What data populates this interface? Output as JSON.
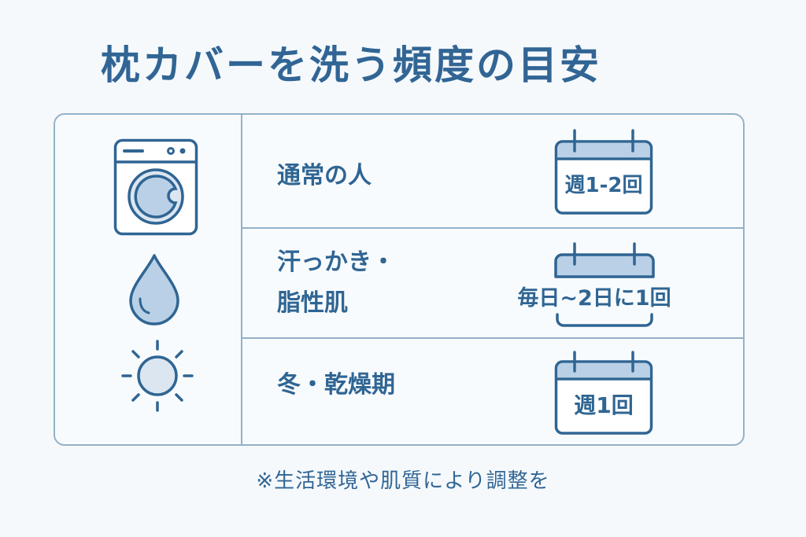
{
  "title": "枕カバーを洗う頻度の目安",
  "colors": {
    "primary": "#2f6593",
    "border": "#93b1c8",
    "icon_fill": "#b9d0e6",
    "icon_fill_light": "#dbe6f1",
    "background": "#f5f9fc"
  },
  "icons": [
    {
      "name": "washing-machine-icon"
    },
    {
      "name": "water-drop-icon"
    },
    {
      "name": "sun-icon"
    }
  ],
  "rows": [
    {
      "label": "通常の人",
      "frequency": "週1-2回",
      "icon": "calendar-icon"
    },
    {
      "label_line1": "汗っかき・",
      "label_line2": "脂性肌",
      "frequency": "毎日~2日に1回",
      "icon": "calendar-icon"
    },
    {
      "label": "冬・乾燥期",
      "frequency": "週1回",
      "icon": "calendar-icon"
    }
  ],
  "note": "※生活環境や肌質により調整を"
}
